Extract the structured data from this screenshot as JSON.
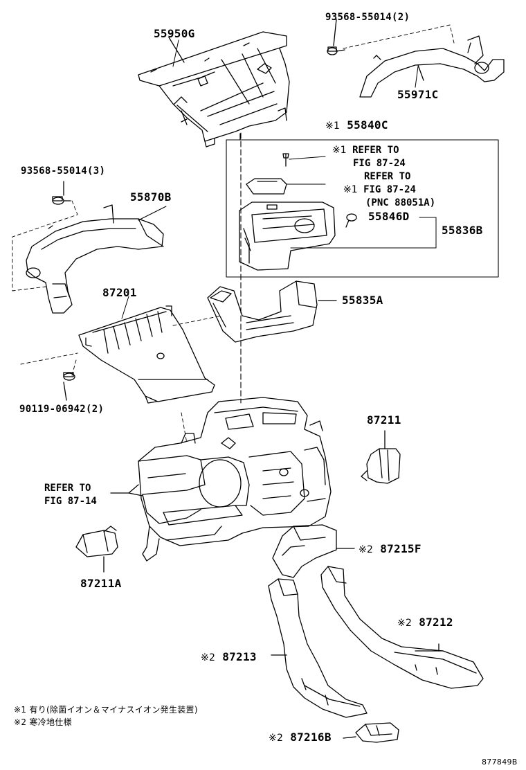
{
  "parts": {
    "p55950G": "55950G",
    "p93568_2": "93568-55014(2)",
    "p55971C": "55971C",
    "p55840C_mark": "※1",
    "p55840C": "55840C",
    "p93568_3": "93568-55014(3)",
    "p55870B": "55870B",
    "p55846D": "55846D",
    "p55836B": "55836B",
    "p55835A": "55835A",
    "p87201": "87201",
    "p90119": "90119-06942(2)",
    "p87211": "87211",
    "p87211A": "87211A",
    "p87215F_mark": "※2",
    "p87215F": "87215F",
    "p87212_mark": "※2",
    "p87212": "87212",
    "p87213_mark": "※2",
    "p87213": "87213",
    "p87216B_mark": "※2",
    "p87216B": "87216B"
  },
  "refs": {
    "ref1_mark": "※1",
    "ref1_line1": "REFER TO",
    "ref1_line2": "FIG 87-24",
    "ref2_mark": "※1",
    "ref2_line1": "REFER TO",
    "ref2_line2": "FIG 87-24",
    "ref2_line3": "(PNC 88051A)",
    "ref3_line1": "REFER TO",
    "ref3_line2": "FIG 87-14"
  },
  "notes": {
    "note1": "※1 有り(除菌イオン＆マイナスイオン発生装置)",
    "note2": "※2 寒冷地仕様"
  },
  "figure_id": "877849B"
}
